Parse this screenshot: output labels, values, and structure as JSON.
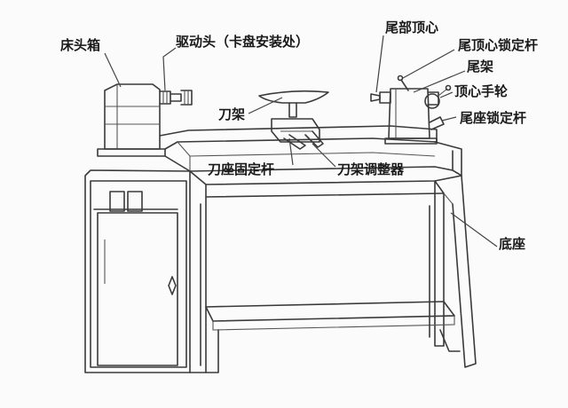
{
  "labels": {
    "headstock": "床头箱",
    "drive_head": "驱动头（卡盘安装处）",
    "tool_rest": "刀架",
    "tool_base_lock": "刀座固定杆",
    "tool_rest_adjuster": "刀架调整器",
    "tail_center": "尾部顶心",
    "tail_center_lock": "尾顶心锁定杆",
    "tailstock": "尾架",
    "center_handwheel": "顶心手轮",
    "tail_base_lock": "尾座锁定杆",
    "stand": "底座"
  },
  "colors": {
    "line": "#3a3a3a",
    "text": "#1a1a1a",
    "background": "#fbfbfb"
  }
}
